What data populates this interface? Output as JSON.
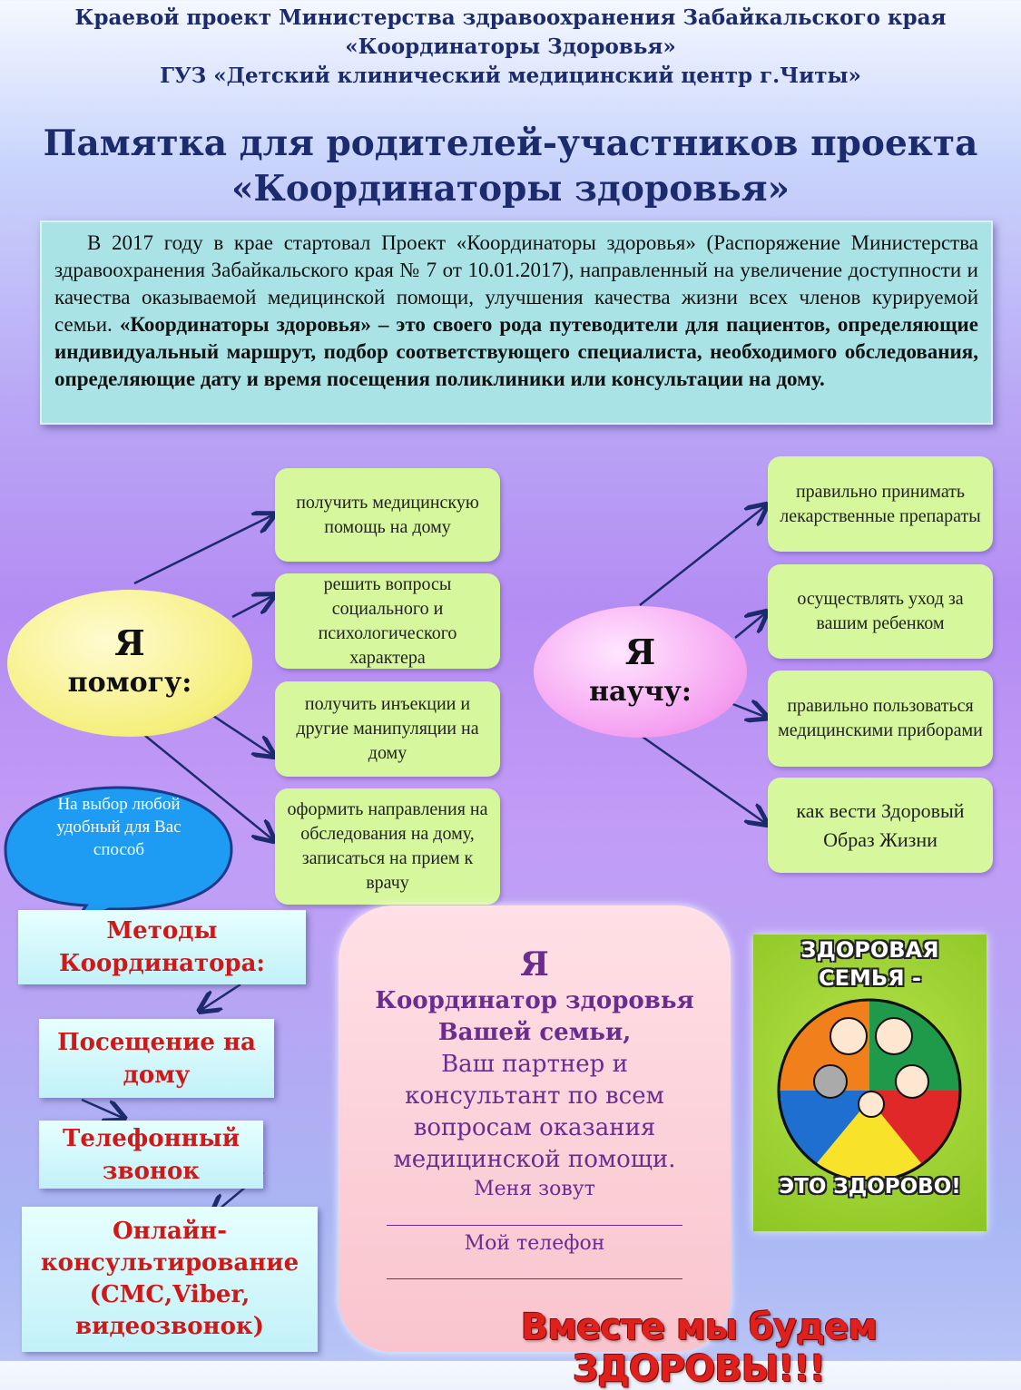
{
  "header": {
    "line1": "Краевой проект Министерства здравоохранения Забайкальского края",
    "line2": "«Координаторы Здоровья»",
    "line3": "ГУЗ «Детский клинический медицинский центр г.Читы»"
  },
  "title": {
    "line1": "Памятка для родителей-участников проекта",
    "line2": "«Координаторы здоровья»"
  },
  "intro": {
    "regular": "В 2017 году в крае стартовал Проект «Координаторы здоровья» (Распоряжение Министерства здравоохранения Забайкальского края № 7 от 10.01.2017), направленный на увеличение доступности и качества оказываемой медицинской помощи, улучшения качества жизни всех членов курируемой семьи. ",
    "bold": "«Координаторы здоровья» – это своего рода путеводители для пациентов, определяющие индивидуальный маршрут, подбор соответствующего специалиста, необходимого обследования, определяющие дату и время посещения поликлиники или консультации на дому."
  },
  "help": {
    "ya": "Я",
    "label": "помогу:",
    "items": [
      "получить медицинскую помощь на дому",
      "решить вопросы социального и психологического характера",
      "получить инъекции и другие манипуляции на дому",
      "оформить направления на обследования  на дому, записаться на прием к врачу"
    ]
  },
  "teach": {
    "ya": "Я",
    "label": "научу:",
    "items": [
      "правильно принимать лекарственные препараты",
      "осуществлять уход за вашим ребенком",
      "правильно пользоваться медицинскими приборами",
      "как вести Здоровый Образ Жизни"
    ]
  },
  "bubble": "На выбор любой удобный для Вас способ",
  "methods": {
    "title": "Методы Координатора:",
    "items": [
      "Посещение на дому",
      "Телефонный звонок",
      "Онлайн-консультирование (СМС,Viber, видеозвонок)"
    ]
  },
  "coordinator": {
    "ya": "Я",
    "bold": "Координатор здоровья Вашей семьи,",
    "text": "Ваш партнер и консультант по всем вопросам оказания медицинской помощи.",
    "name_label": "Меня зовут",
    "phone_label": "Мой телефон"
  },
  "poster": {
    "top": "ЗДОРОВАЯ СЕМЬЯ -",
    "bottom": "ЭТО ЗДОРОВО!"
  },
  "slogan": "Вместе мы будем ЗДОРОВЫ!!!"
}
